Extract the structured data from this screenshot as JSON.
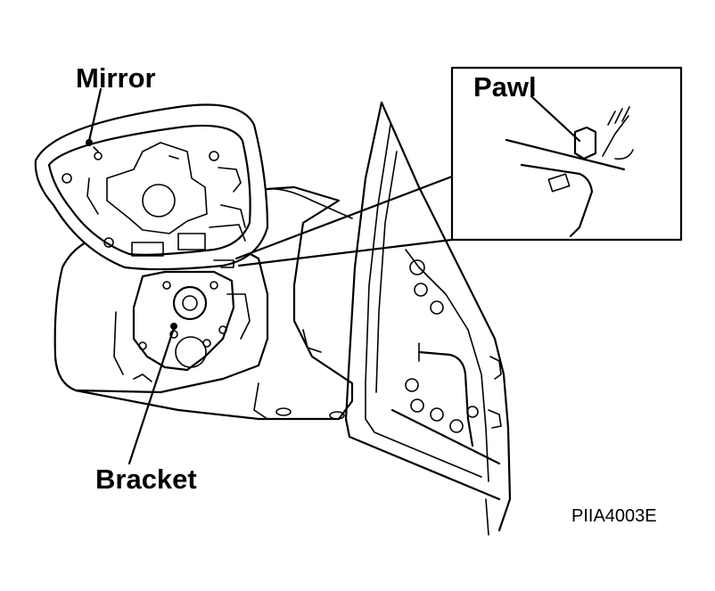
{
  "labels": {
    "mirror": "Mirror",
    "pawl": "Pawl",
    "bracket": "Bracket",
    "figure_code": "PIIA4003E"
  },
  "colors": {
    "line": "#000000",
    "background": "#ffffff"
  }
}
